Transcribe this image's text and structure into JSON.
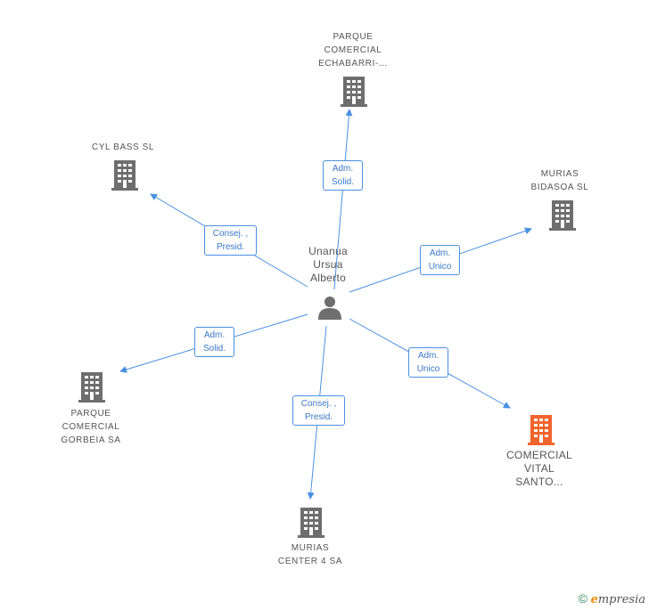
{
  "center": {
    "lines": [
      "Unanua",
      "Ursua",
      "Alberto"
    ]
  },
  "nodes": [
    {
      "id": "parque-echabarri",
      "lines": [
        "PARQUE",
        "COMERCIAL",
        "ECHABARRI-..."
      ],
      "color": "#6e6e6e"
    },
    {
      "id": "cyl-bass",
      "lines": [
        "CYL BASS SL"
      ],
      "color": "#6e6e6e"
    },
    {
      "id": "murias-bidasoa",
      "lines": [
        "MURIAS",
        "BIDASOA SL"
      ],
      "color": "#6e6e6e"
    },
    {
      "id": "parque-gorbeia",
      "lines": [
        "PARQUE",
        "COMERCIAL",
        "GORBEIA SA"
      ],
      "color": "#6e6e6e"
    },
    {
      "id": "comercial-vital",
      "lines": [
        "COMERCIAL",
        "VITAL",
        "SANTO..."
      ],
      "color": "#f0642d"
    },
    {
      "id": "murias-center",
      "lines": [
        "MURIAS",
        "CENTER 4 SA"
      ],
      "color": "#6e6e6e"
    }
  ],
  "relations": [
    {
      "to": "parque-echabarri",
      "lines": [
        "Adm.",
        "Solid."
      ]
    },
    {
      "to": "cyl-bass",
      "lines": [
        "Consej. ,",
        "Presid."
      ]
    },
    {
      "to": "murias-bidasoa",
      "lines": [
        "Adm.",
        "Unico"
      ]
    },
    {
      "to": "parque-gorbeia",
      "lines": [
        "Adm.",
        "Solid."
      ]
    },
    {
      "to": "comercial-vital",
      "lines": [
        "Adm.",
        "Unico"
      ]
    },
    {
      "to": "murias-center",
      "lines": [
        "Consej. ,",
        "Presid."
      ]
    }
  ],
  "footer": {
    "copyright": "©",
    "brand_initial": "e",
    "brand_rest": "mpresia"
  },
  "colors": {
    "edge": "#4a90e2",
    "building": "#6e6e6e",
    "highlight": "#f0642d",
    "person": "#6e6e6e"
  }
}
